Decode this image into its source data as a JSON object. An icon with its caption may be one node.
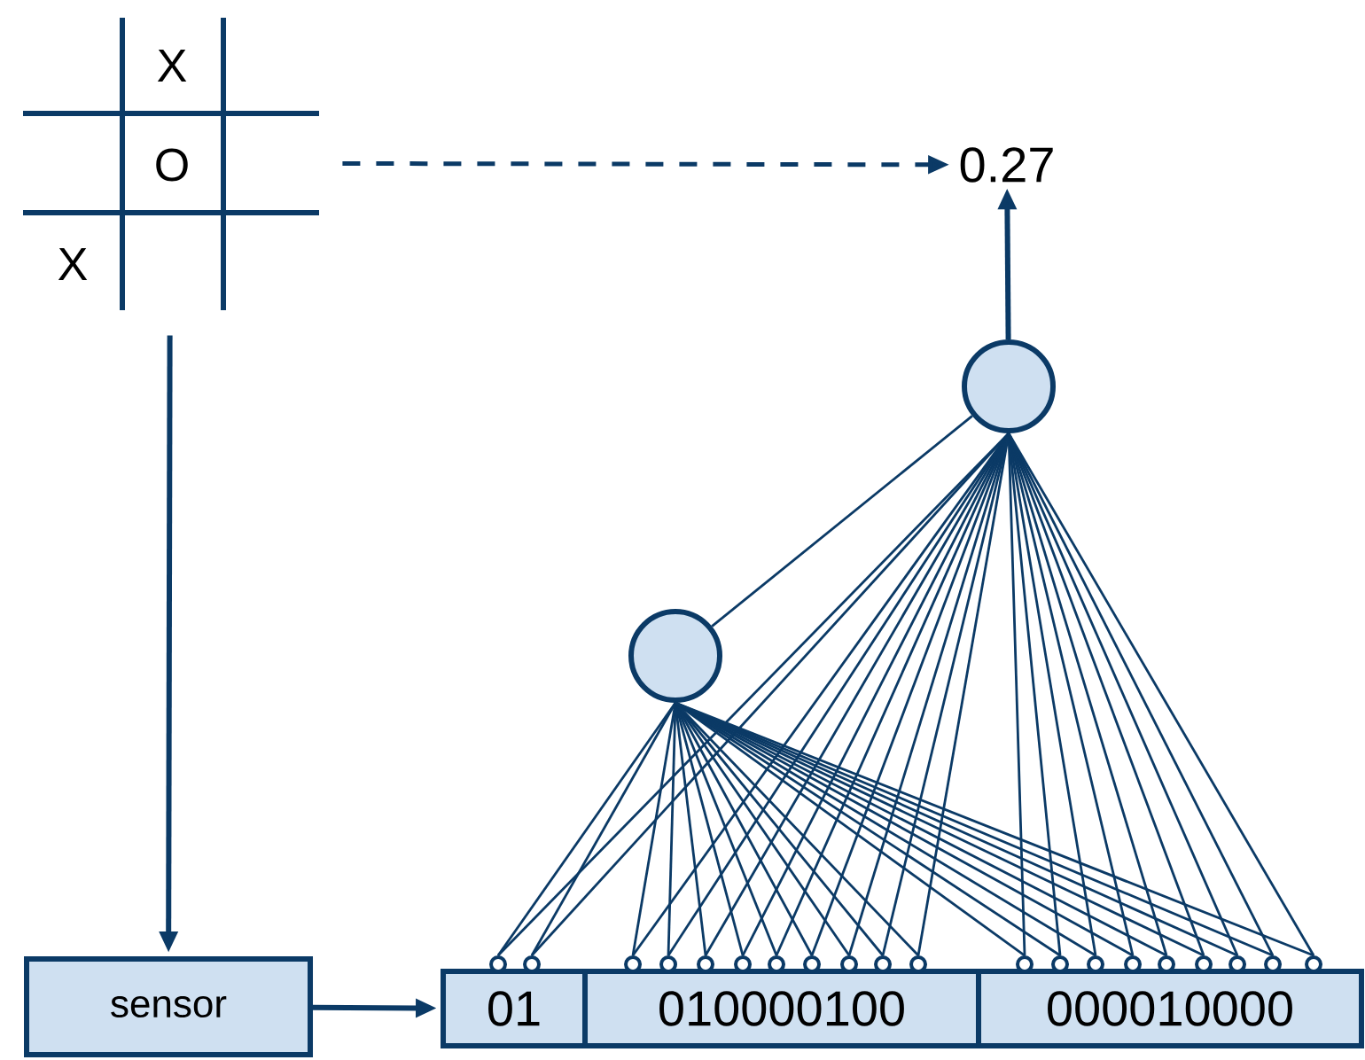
{
  "diagram": {
    "nodes": [
      {
        "text": [
          "X",
          "O",
          "X"
        ]
      },
      {
        "text": [
          "0.27"
        ]
      },
      {
        "text": [],
        "shape": "circle"
      },
      {
        "text": [],
        "shape": "circle"
      },
      {
        "text": [
          "sensor"
        ]
      },
      {
        "text": [
          "01"
        ]
      },
      {
        "text": [
          "010000100"
        ]
      },
      {
        "text": [
          "000010000"
        ]
      },
      {
        "text": [],
        "shape": "circle"
      },
      {
        "text": [],
        "shape": "circle"
      },
      {
        "text": [],
        "shape": "circle"
      },
      {
        "text": [],
        "shape": "circle"
      },
      {
        "text": [],
        "shape": "circle"
      },
      {
        "text": [],
        "shape": "circle"
      },
      {
        "text": [],
        "shape": "circle"
      },
      {
        "text": [],
        "shape": "circle"
      },
      {
        "text": [],
        "shape": "circle"
      },
      {
        "text": [],
        "shape": "circle"
      },
      {
        "text": [],
        "shape": "circle"
      },
      {
        "text": [],
        "shape": "circle"
      },
      {
        "text": [],
        "shape": "circle"
      },
      {
        "text": [],
        "shape": "circle"
      },
      {
        "text": [],
        "shape": "circle"
      },
      {
        "text": [],
        "shape": "circle"
      },
      {
        "text": [],
        "shape": "circle"
      },
      {
        "text": [],
        "shape": "circle"
      },
      {
        "text": [],
        "shape": "circle"
      },
      {
        "text": [],
        "shape": "circle"
      }
    ],
    "edges": [
      {
        "from": 0,
        "to": 1,
        "arrow": "to",
        "style": "dashed"
      },
      {
        "from": 2,
        "to": 1,
        "arrow": "to",
        "style": "thick"
      },
      {
        "from": 0,
        "to": 4,
        "arrow": "to",
        "style": "thick"
      },
      {
        "from": 4,
        "to": 5,
        "arrow": "to",
        "style": "thick"
      },
      {
        "from": 2,
        "to": 3,
        "arrow": "none"
      },
      {
        "from": 2,
        "to": 8,
        "arrow": "none"
      },
      {
        "from": 2,
        "to": 9,
        "arrow": "none"
      },
      {
        "from": 2,
        "to": 10,
        "arrow": "none"
      },
      {
        "from": 2,
        "to": 11,
        "arrow": "none"
      },
      {
        "from": 2,
        "to": 12,
        "arrow": "none"
      },
      {
        "from": 2,
        "to": 13,
        "arrow": "none"
      },
      {
        "from": 2,
        "to": 14,
        "arrow": "none"
      },
      {
        "from": 2,
        "to": 15,
        "arrow": "none"
      },
      {
        "from": 2,
        "to": 16,
        "arrow": "none"
      },
      {
        "from": 2,
        "to": 17,
        "arrow": "none"
      },
      {
        "from": 2,
        "to": 18,
        "arrow": "none"
      },
      {
        "from": 2,
        "to": 19,
        "arrow": "none"
      },
      {
        "from": 2,
        "to": 20,
        "arrow": "none"
      },
      {
        "from": 2,
        "to": 21,
        "arrow": "none"
      },
      {
        "from": 2,
        "to": 22,
        "arrow": "none"
      },
      {
        "from": 2,
        "to": 23,
        "arrow": "none"
      },
      {
        "from": 2,
        "to": 24,
        "arrow": "none"
      },
      {
        "from": 2,
        "to": 25,
        "arrow": "none"
      },
      {
        "from": 2,
        "to": 26,
        "arrow": "none"
      },
      {
        "from": 2,
        "to": 27,
        "arrow": "none"
      },
      {
        "from": 3,
        "to": 8,
        "arrow": "none"
      },
      {
        "from": 3,
        "to": 9,
        "arrow": "none"
      },
      {
        "from": 3,
        "to": 10,
        "arrow": "none"
      },
      {
        "from": 3,
        "to": 11,
        "arrow": "none"
      },
      {
        "from": 3,
        "to": 12,
        "arrow": "none"
      },
      {
        "from": 3,
        "to": 13,
        "arrow": "none"
      },
      {
        "from": 3,
        "to": 14,
        "arrow": "none"
      },
      {
        "from": 3,
        "to": 15,
        "arrow": "none"
      },
      {
        "from": 3,
        "to": 16,
        "arrow": "none"
      },
      {
        "from": 3,
        "to": 17,
        "arrow": "none"
      },
      {
        "from": 3,
        "to": 18,
        "arrow": "none"
      },
      {
        "from": 3,
        "to": 19,
        "arrow": "none"
      },
      {
        "from": 3,
        "to": 20,
        "arrow": "none"
      },
      {
        "from": 3,
        "to": 21,
        "arrow": "none"
      },
      {
        "from": 3,
        "to": 22,
        "arrow": "none"
      },
      {
        "from": 3,
        "to": 23,
        "arrow": "none"
      },
      {
        "from": 3,
        "to": 24,
        "arrow": "none"
      },
      {
        "from": 3,
        "to": 25,
        "arrow": "none"
      },
      {
        "from": 3,
        "to": 26,
        "arrow": "none"
      },
      {
        "from": 3,
        "to": 27,
        "arrow": "none"
      }
    ]
  }
}
